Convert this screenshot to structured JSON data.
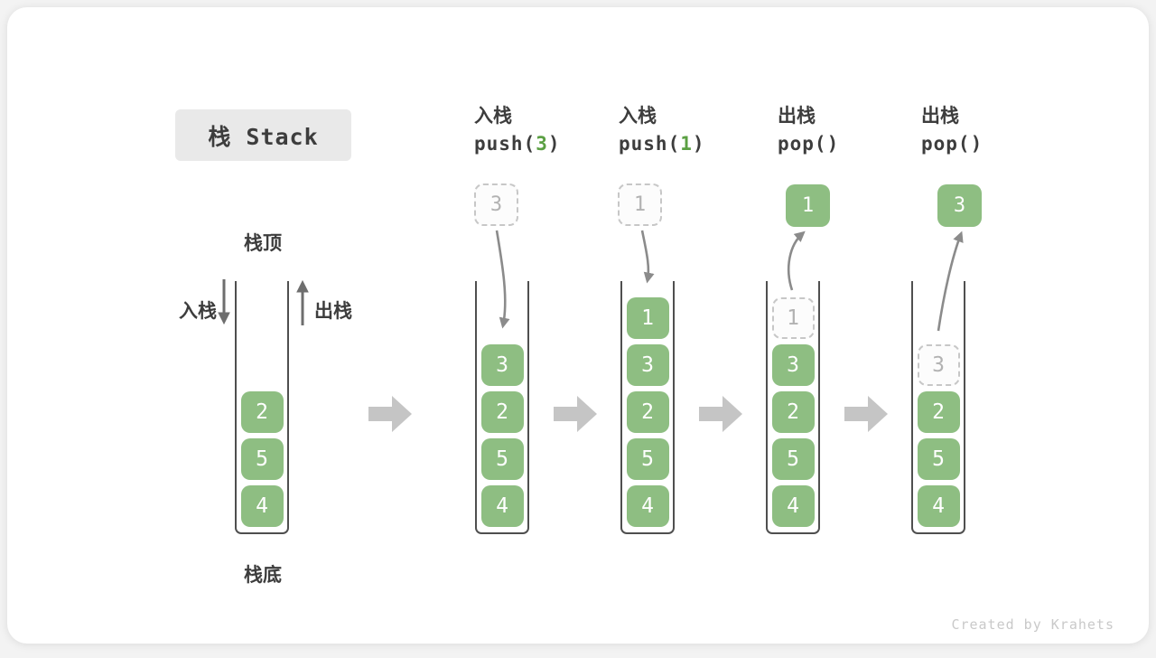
{
  "title": {
    "label": "栈 Stack"
  },
  "legend": {
    "top_label": "栈顶",
    "bottom_label": "栈底",
    "push_label": "入栈",
    "pop_label": "出栈"
  },
  "initial_stack": {
    "slots": [
      {
        "value": "2"
      },
      {
        "value": "5"
      },
      {
        "value": "4"
      }
    ]
  },
  "stages": [
    {
      "op_label": "入栈",
      "code_prefix": "push(",
      "code_arg": "3",
      "code_suffix": ")",
      "float_value": "3",
      "float_style": "dashed",
      "slots": [
        {
          "value": "3"
        },
        {
          "value": "2"
        },
        {
          "value": "5"
        },
        {
          "value": "4"
        }
      ]
    },
    {
      "op_label": "入栈",
      "code_prefix": "push(",
      "code_arg": "1",
      "code_suffix": ")",
      "float_value": "1",
      "float_style": "dashed",
      "slots": [
        {
          "value": "1"
        },
        {
          "value": "3"
        },
        {
          "value": "2"
        },
        {
          "value": "5"
        },
        {
          "value": "4"
        }
      ]
    },
    {
      "op_label": "出栈",
      "code_prefix": "pop(",
      "code_arg": "",
      "code_suffix": ")",
      "float_value": "1",
      "float_style": "solid",
      "slots": [
        {
          "value": "1",
          "ghost": true
        },
        {
          "value": "3"
        },
        {
          "value": "2"
        },
        {
          "value": "5"
        },
        {
          "value": "4"
        }
      ]
    },
    {
      "op_label": "出栈",
      "code_prefix": "pop(",
      "code_arg": "",
      "code_suffix": ")",
      "float_value": "3",
      "float_style": "solid",
      "slots": [
        {
          "value": "3",
          "ghost": true
        },
        {
          "value": "2"
        },
        {
          "value": "5"
        },
        {
          "value": "4"
        }
      ]
    }
  ],
  "watermark": "Created by Krahets",
  "colors": {
    "cell-green": "#8ebe82",
    "arg-green": "#5ba043",
    "label-dark": "#3d3d3d",
    "wall-gray": "#4f4f4f",
    "ghost-border": "#c7c7c7",
    "ghost-text": "#b2b2b2",
    "flow-arrow-gray": "#c5c5c5",
    "motion-arrow-gray": "#8b8b8b",
    "direction-arrow-gray": "#6e6e6e",
    "title-box-bg": "#e9e9e9",
    "watermark-gray": "#c9c9c9"
  }
}
